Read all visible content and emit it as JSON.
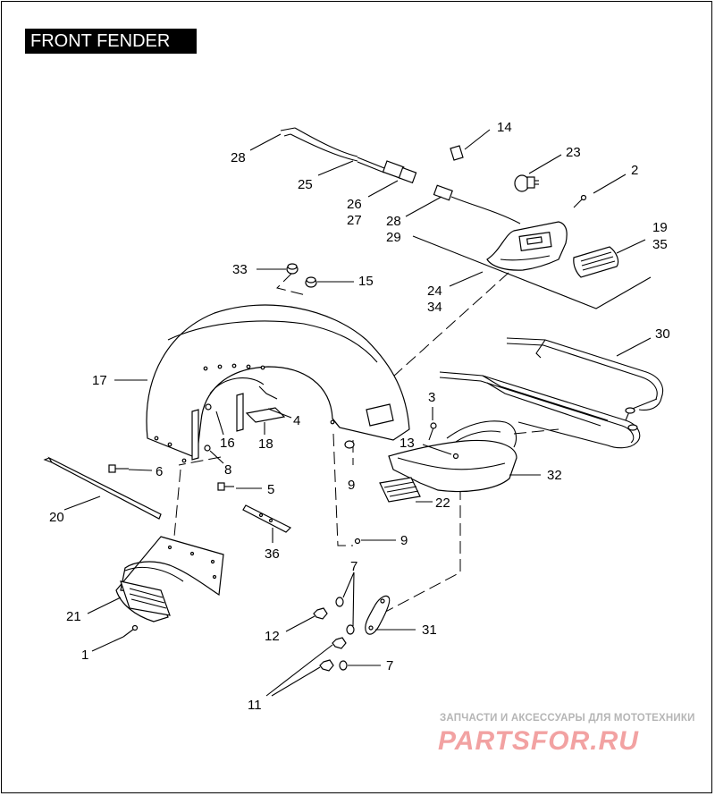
{
  "diagram": {
    "title": "FRONT FENDER",
    "callouts": [
      {
        "id": "c14",
        "text": "14"
      },
      {
        "id": "c23",
        "text": "23"
      },
      {
        "id": "c2",
        "text": "2"
      },
      {
        "id": "c28a",
        "text": "28"
      },
      {
        "id": "c25",
        "text": "25"
      },
      {
        "id": "c26",
        "text": "26"
      },
      {
        "id": "c27",
        "text": "27"
      },
      {
        "id": "c28b",
        "text": "28"
      },
      {
        "id": "c29",
        "text": "29"
      },
      {
        "id": "c19",
        "text": "19"
      },
      {
        "id": "c35",
        "text": "35"
      },
      {
        "id": "c33",
        "text": "33"
      },
      {
        "id": "c15",
        "text": "15"
      },
      {
        "id": "c24",
        "text": "24"
      },
      {
        "id": "c34",
        "text": "34"
      },
      {
        "id": "c30",
        "text": "30"
      },
      {
        "id": "c17",
        "text": "17"
      },
      {
        "id": "c3",
        "text": "3"
      },
      {
        "id": "c4",
        "text": "4"
      },
      {
        "id": "c16",
        "text": "16"
      },
      {
        "id": "c18",
        "text": "18"
      },
      {
        "id": "c13",
        "text": "13"
      },
      {
        "id": "c32",
        "text": "32"
      },
      {
        "id": "c6",
        "text": "6"
      },
      {
        "id": "c8",
        "text": "8"
      },
      {
        "id": "c9a",
        "text": "9"
      },
      {
        "id": "c5",
        "text": "5"
      },
      {
        "id": "c22",
        "text": "22"
      },
      {
        "id": "c20",
        "text": "20"
      },
      {
        "id": "c36",
        "text": "36"
      },
      {
        "id": "c9b",
        "text": "9"
      },
      {
        "id": "c7a",
        "text": "7"
      },
      {
        "id": "c21",
        "text": "21"
      },
      {
        "id": "c12",
        "text": "12"
      },
      {
        "id": "c31",
        "text": "31"
      },
      {
        "id": "c1",
        "text": "1"
      },
      {
        "id": "c7b",
        "text": "7"
      },
      {
        "id": "c11",
        "text": "11"
      }
    ]
  },
  "watermark": {
    "tagline": "ЗАПЧАСТИ И АКСЕССУАРЫ ДЛЯ МОТОТЕХНИКИ",
    "brand": "PARTSFOR.RU",
    "color": "#f2a2a2"
  }
}
